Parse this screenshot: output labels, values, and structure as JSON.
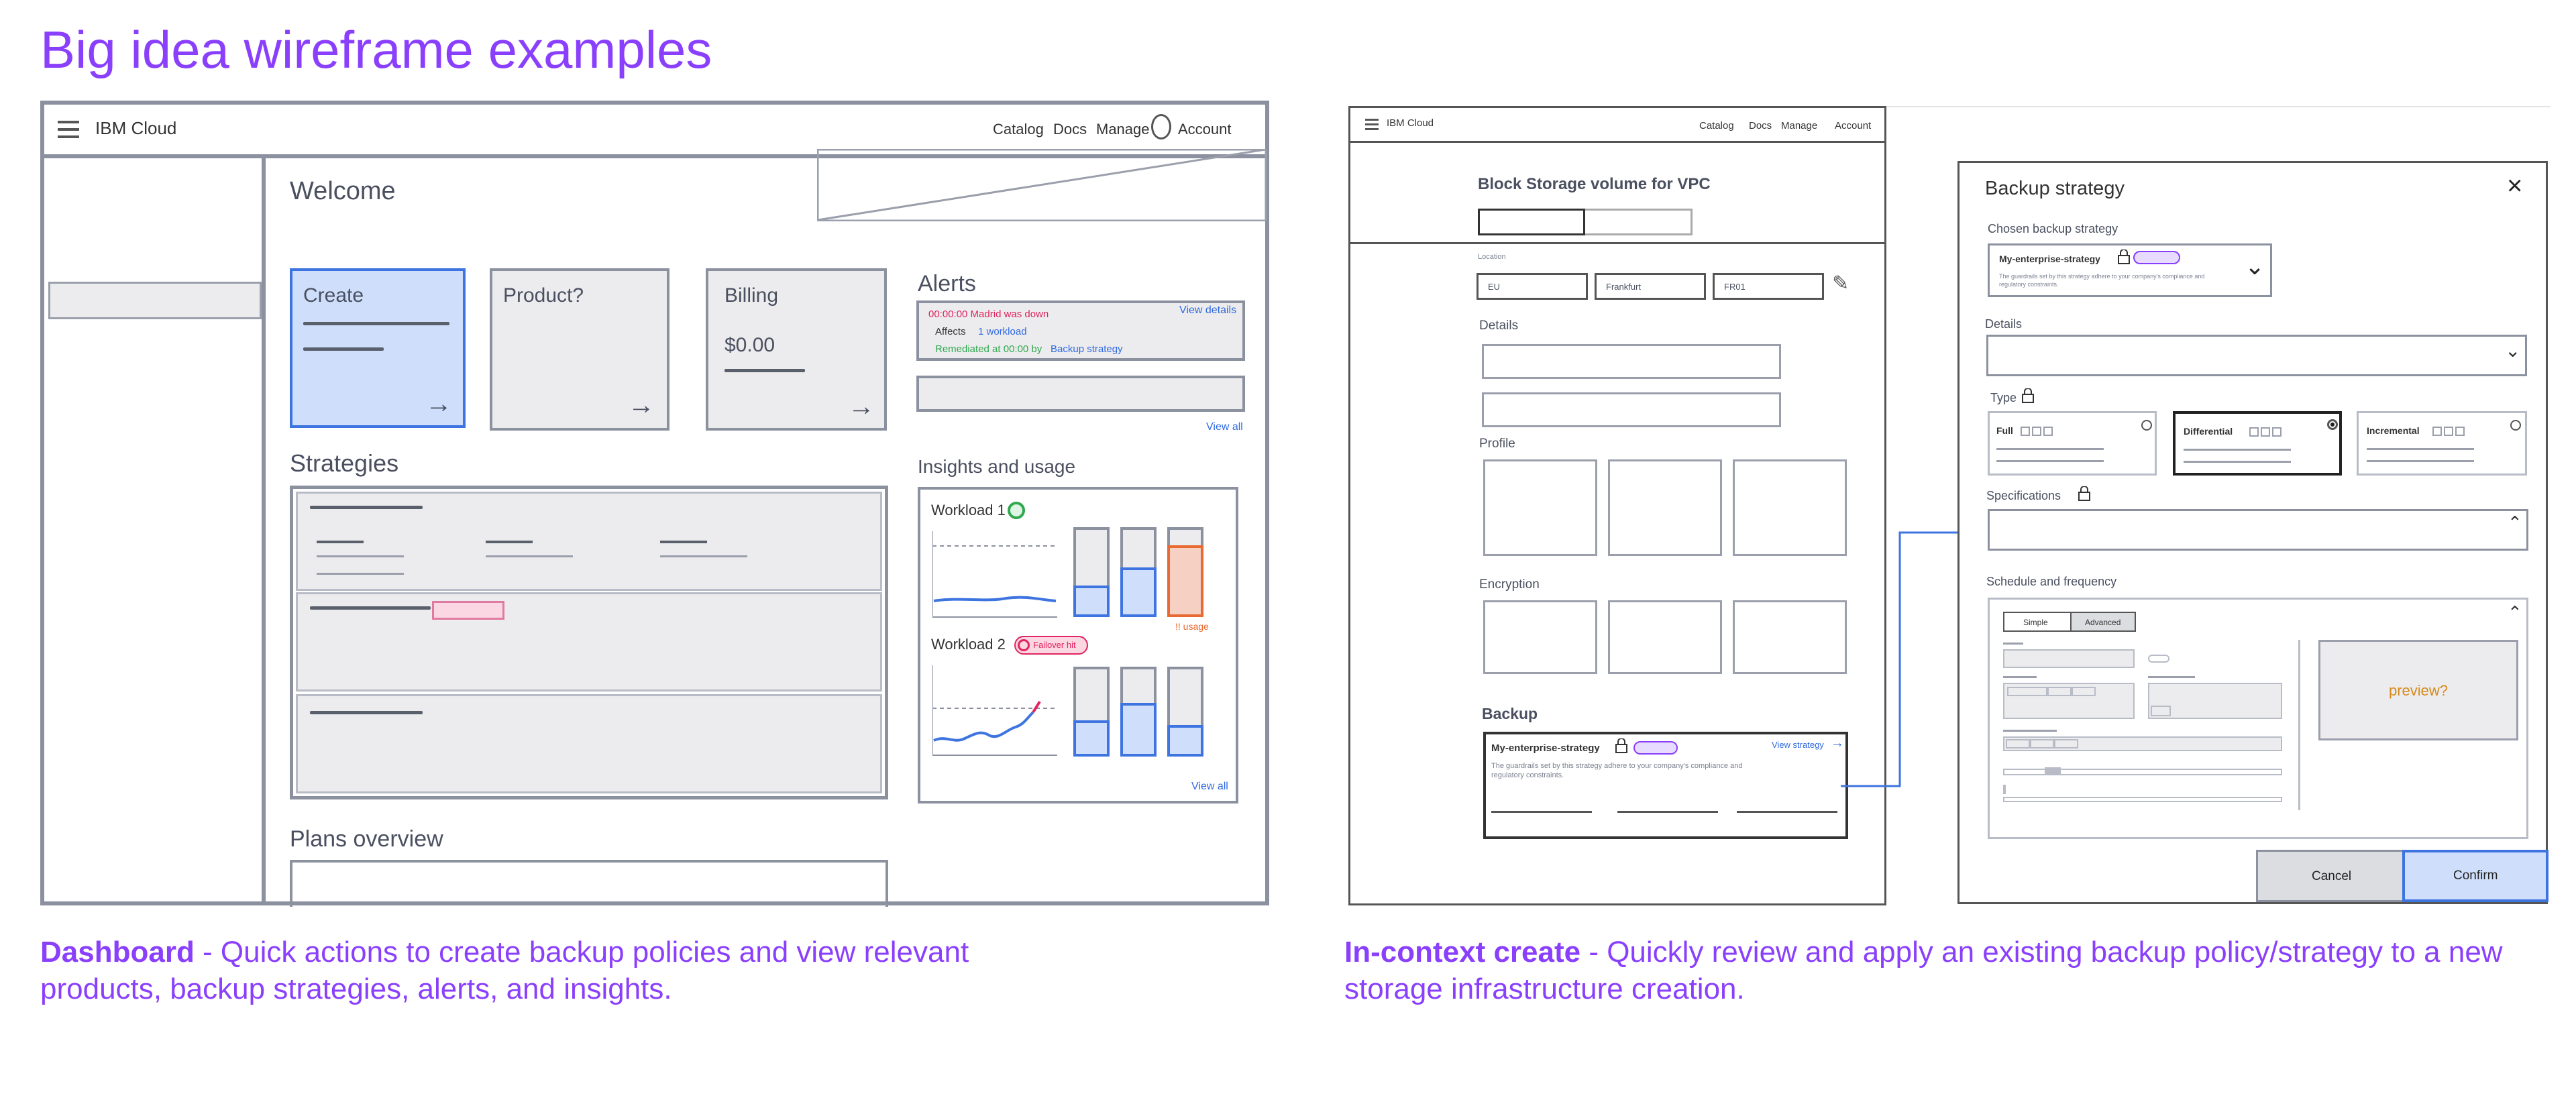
{
  "page": {
    "title": "Big idea wireframe examples"
  },
  "colors": {
    "accent": "#8a3ffc",
    "link": "#2f6ae0",
    "selected_bg": "#cfdefa",
    "alert_red": "#e0245e",
    "success_green": "#2fa84f",
    "warning_orange": "#e86a32"
  },
  "dashboard": {
    "brand": "IBM Cloud",
    "nav": [
      "Catalog",
      "Docs",
      "Manage",
      "Account"
    ],
    "welcome": "Welcome",
    "cards": {
      "create": "Create",
      "product": "Product?",
      "billing": "Billing",
      "billing_amount": "$0.00"
    },
    "alerts": {
      "title": "Alerts",
      "view_details": "View details",
      "line1": "00:00:00 Madrid was down",
      "affects": "Affects",
      "affects_link": "1 workload",
      "remediated": "Remediated at 00:00 by",
      "remediated_link": "Backup strategy",
      "view_all": "View all"
    },
    "strategies_title": "Strategies",
    "insights": {
      "title": "Insights and usage",
      "workload1": "Workload 1",
      "workload2": "Workload 2",
      "failover_badge": "Failover hit",
      "usage_warning": "!! usage",
      "view_all": "View all",
      "bar_levels_w1": [
        0.35,
        0.55,
        0.8
      ],
      "bar_levels_w2": [
        0.4,
        0.6,
        0.35
      ]
    },
    "plans_title": "Plans overview",
    "caption_bold": "Dashboard",
    "caption_text": " - Quick actions to create backup policies and view relevant products, backup strategies, alerts, and insights."
  },
  "incontext": {
    "brand": "IBM Cloud",
    "nav": [
      "Catalog",
      "Docs",
      "Manage",
      "Account"
    ],
    "form_title": "Block Storage volume for VPC",
    "location_label": "Location",
    "location_values": [
      "EU",
      "Frankfurt",
      "FR01"
    ],
    "details_label": "Details",
    "profile_label": "Profile",
    "encryption_label": "Encryption",
    "backup_label": "Backup",
    "backup_card": {
      "name": "My-enterprise-strategy",
      "view": "View strategy",
      "desc": "The guardrails set by this strategy adhere to your company's compliance and regulatory constraints."
    },
    "panel": {
      "title": "Backup strategy",
      "chosen_label": "Chosen backup strategy",
      "chosen_name": "My-enterprise-strategy",
      "chosen_desc": "The guardrails set by this strategy adhere to your company's compliance and regulatory constraints.",
      "details_label": "Details",
      "type_label": "Type",
      "types": [
        "Full",
        "Differential",
        "Incremental"
      ],
      "specs_label": "Specifications",
      "schedule_label": "Schedule and frequency",
      "toggle": [
        "Simple",
        "Advanced"
      ],
      "preview": "preview?",
      "cancel": "Cancel",
      "confirm": "Confirm"
    },
    "caption_bold": "In-context create",
    "caption_text": " - Quickly review and apply an existing backup policy/strategy to a new storage infrastructure creation."
  }
}
